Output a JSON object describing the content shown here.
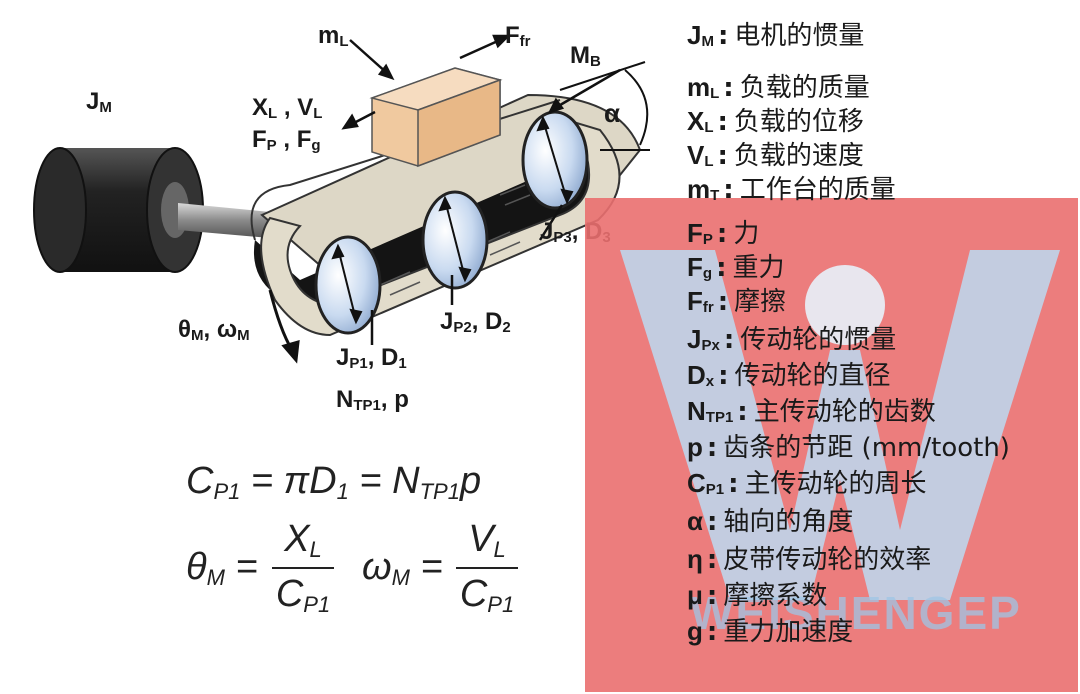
{
  "labels": {
    "jm": [
      "J",
      "M"
    ],
    "ml": [
      "m",
      "L"
    ],
    "ffr": [
      "F",
      "fr"
    ],
    "mb": [
      "M",
      "B"
    ],
    "alpha": "α",
    "xl_vl": [
      "X",
      "L",
      " , V",
      "L"
    ],
    "fp_fg": [
      "F",
      "P",
      " , F",
      "g"
    ],
    "jp3_d3": [
      "J",
      "P3",
      ", D",
      "3"
    ],
    "jp2_d2": [
      "J",
      "P2",
      ", D",
      "2"
    ],
    "jp1_d1": [
      "J",
      "P1",
      ", D",
      "1"
    ],
    "theta_omega": [
      "θ",
      "M",
      ", ω",
      "M"
    ],
    "ntp1_p": [
      "N",
      "TP1",
      ", p",
      ""
    ]
  },
  "equations": {
    "cp1": [
      "C",
      "P1",
      " = πD",
      "1",
      " = N",
      "TP1",
      "p"
    ],
    "theta_lhs": [
      "θ",
      "M",
      " ="
    ],
    "theta_num": [
      "X",
      "L"
    ],
    "theta_den": [
      "C",
      "P1"
    ],
    "omega_lhs": [
      "ω",
      "M",
      " ="
    ],
    "omega_num": [
      "V",
      "L"
    ],
    "omega_den": [
      "C",
      "P1"
    ]
  },
  "legend": [
    {
      "sym": "J",
      "sub": "M",
      "text": "电机的惯量"
    },
    {
      "sym": "m",
      "sub": "L",
      "text": "负载的质量"
    },
    {
      "sym": "X",
      "sub": "L",
      "text": "负载的位移"
    },
    {
      "sym": "V",
      "sub": "L",
      "text": "负载的速度"
    },
    {
      "sym": "m",
      "sub": "T",
      "text": "工作台的质量"
    },
    {
      "sym": "F",
      "sub": "P",
      "text": "力"
    },
    {
      "sym": "F",
      "sub": "g",
      "text": "重力"
    },
    {
      "sym": "F",
      "sub": "fr",
      "text": "摩擦"
    },
    {
      "sym": "J",
      "sub": "Px",
      "text": "传动轮的惯量"
    },
    {
      "sym": "D",
      "sub": "x",
      "text": "传动轮的直径"
    },
    {
      "sym": "N",
      "sub": "TP1",
      "text": "主传动轮的齿数"
    },
    {
      "sym": "p",
      "sub": "",
      "text": "齿条的节距 (mm/tooth)"
    },
    {
      "sym": "C",
      "sub": "P1",
      "text": "主传动轮的周长"
    },
    {
      "sym": "α",
      "sub": "",
      "text": "轴向的角度"
    },
    {
      "sym": "η",
      "sub": "",
      "text": "皮带传动轮的效率"
    },
    {
      "sym": "μ",
      "sub": "",
      "text": "摩擦系数"
    },
    {
      "sym": "g",
      "sub": "",
      "text": "重力加速度"
    }
  ],
  "watermark": {
    "text": "WEISHENGEP",
    "box_color": "#ea6f6f",
    "letter_color": "#9fc6e6"
  }
}
